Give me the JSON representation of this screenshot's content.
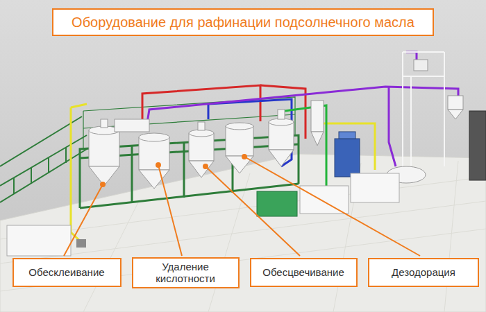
{
  "diagram": {
    "title": "Оборудование для рафинации подсолнечного масла",
    "nodes": [
      {
        "text": [
          "Обесклеивание"
        ]
      },
      {
        "text": [
          "Удаление кислотности"
        ]
      },
      {
        "text": [
          "Обесцвечивание"
        ]
      },
      {
        "text": [
          "Дезодорация"
        ]
      }
    ]
  }
}
